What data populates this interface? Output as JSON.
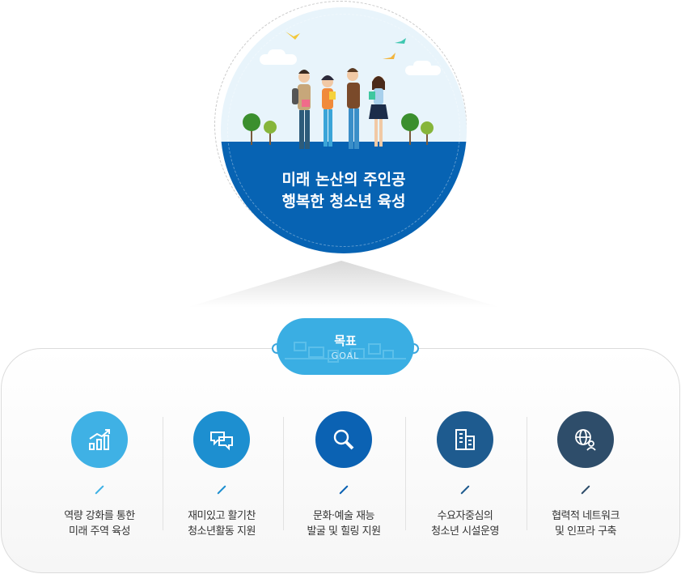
{
  "vision": {
    "line1": "미래 논산의 주인공",
    "line2": "행복한 청소년 육성"
  },
  "goal": {
    "label_ko": "목표",
    "label_en": "GOAL"
  },
  "items": [
    {
      "label": "역량 강화를 통한\n미래 주역 육성",
      "icon": "growth-chart-icon",
      "color": "#3fb1e5"
    },
    {
      "label": "재미있고 활기찬\n청소년활동 지원",
      "icon": "chat-bubbles-icon",
      "color": "#1d8fd0"
    },
    {
      "label": "문화·예술 재능\n발굴 및 힐링 지원",
      "icon": "magnifier-icon",
      "color": "#0b62b3"
    },
    {
      "label": "수요자중심의\n청소년 시설운영",
      "icon": "building-icon",
      "color": "#1e5b8f"
    },
    {
      "label": "협력적 네트워크\n및 인프라 구축",
      "icon": "globe-network-icon",
      "color": "#2e4d6a"
    }
  ]
}
